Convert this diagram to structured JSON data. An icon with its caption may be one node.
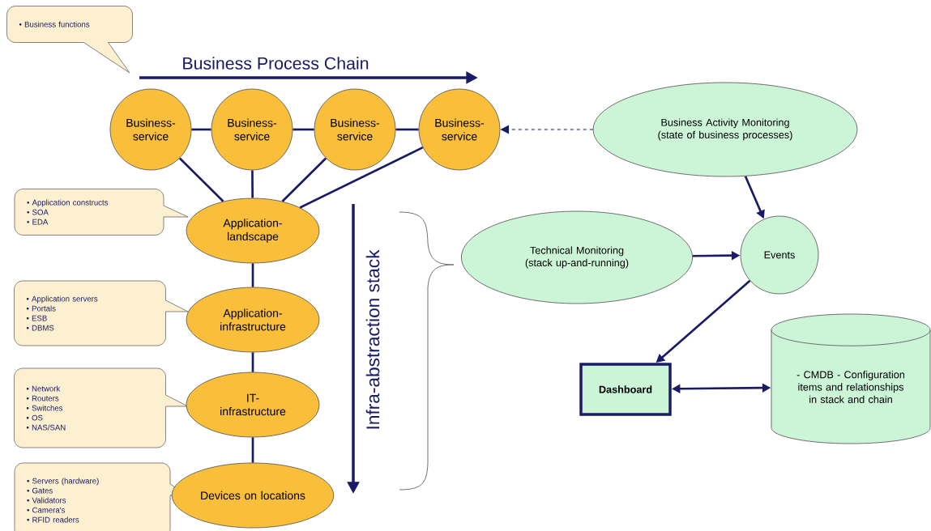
{
  "diagram": {
    "nodes": [
      {
        "text": [
          "• Business functions"
        ]
      },
      {
        "text": [
          "Business- service"
        ]
      },
      {
        "text": [
          "Business- service"
        ]
      },
      {
        "text": [
          "Business- service"
        ]
      },
      {
        "text": [
          "Business- service"
        ]
      },
      {
        "text": [
          "Business Activity Monitoring (state of business processes)"
        ]
      },
      {
        "text": [
          "• Application constructs",
          "• SOA",
          "• EDA"
        ]
      },
      {
        "text": [
          "Application- landscape"
        ]
      },
      {
        "text": [
          "Technical Monitoring (stack up-and-running)"
        ]
      },
      {
        "text": [
          "Events"
        ]
      },
      {
        "text": [
          "• Application servers",
          "• Portals",
          "• ESB",
          "• DBMS"
        ]
      },
      {
        "text": [
          "Application- infrastructure"
        ]
      },
      {
        "text": [
          "Dashboard"
        ]
      },
      {
        "text": [
          "- CMDB - Configuration items and relationships in stack and chain"
        ]
      },
      {
        "text": [
          "• Network",
          "• Routers",
          "• Switches",
          "• OS",
          "• NAS/SAN"
        ]
      },
      {
        "text": [
          "IT- infrastructure"
        ]
      },
      {
        "text": [
          "• Servers (hardware)",
          "• Gates",
          "• Validators",
          "• Camera's",
          "• RFID readers"
        ]
      },
      {
        "text": [
          "Devices on locations"
        ]
      }
    ],
    "edges": [
      {
        "from": 1,
        "to": 2,
        "arrow": "none"
      },
      {
        "from": 2,
        "to": 3,
        "arrow": "none"
      },
      {
        "from": 3,
        "to": 4,
        "arrow": "none"
      },
      {
        "from": 1,
        "to": 7,
        "arrow": "none"
      },
      {
        "from": 2,
        "to": 7,
        "arrow": "none"
      },
      {
        "from": 3,
        "to": 7,
        "arrow": "none"
      },
      {
        "from": 4,
        "to": 7,
        "arrow": "none"
      },
      {
        "from": 7,
        "to": 11,
        "arrow": "none"
      },
      {
        "from": 11,
        "to": 15,
        "arrow": "none"
      },
      {
        "from": 15,
        "to": 17,
        "arrow": "none"
      },
      {
        "from": 5,
        "to": 4,
        "arrow": "to",
        "style": "dashed"
      },
      {
        "from": 5,
        "to": 9,
        "arrow": "to"
      },
      {
        "from": 8,
        "to": 9,
        "arrow": "to"
      },
      {
        "from": 9,
        "to": 12,
        "arrow": "to"
      },
      {
        "from": 12,
        "to": 13,
        "arrow": "both"
      }
    ],
    "labels": [
      "Business Process Chain",
      "Infra-abstraction stack"
    ]
  }
}
